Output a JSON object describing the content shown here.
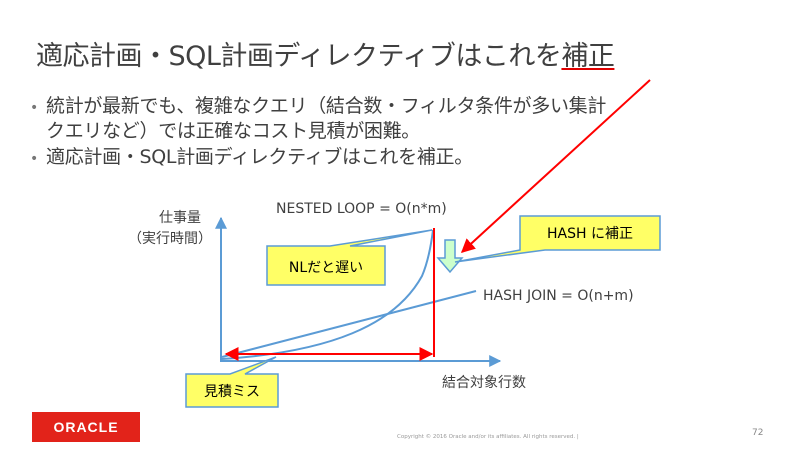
{
  "slide": {
    "title_pre": "適応計画・SQL計画ディレクティブはこれを",
    "title_emph": "補正",
    "bullets": [
      "統計が最新でも、複雑なクエリ（結合数・フィルタ条件が多い集計",
      "クエリなど）では正確なコスト見積が困難。",
      "適応計画・SQL計画ディレクティブはこれを補正。"
    ]
  },
  "diagram": {
    "y_axis_label_1": "仕事量",
    "y_axis_label_2": "（実行時間）",
    "x_axis_label": "結合対象行数",
    "nested_loop_label": "NESTED LOOP = O(n*m)",
    "hash_join_label": "HASH JOIN = O(n+m)",
    "callout_nl": "NLだと遅い",
    "callout_hash": "HASH に補正",
    "callout_misestimate": "見積ミス"
  },
  "footer": {
    "logo": "ORACLE",
    "copyright": "Copyright © 2016 Oracle and/or its affiliates. All rights reserved.  |",
    "page_number": "72"
  },
  "colors": {
    "axis_blue": "#5b9bd5",
    "red": "#ff0000",
    "callout_yellow": "#ffff66",
    "arrow_green": "#ccffcc",
    "oracle_red": "#e2231a"
  }
}
